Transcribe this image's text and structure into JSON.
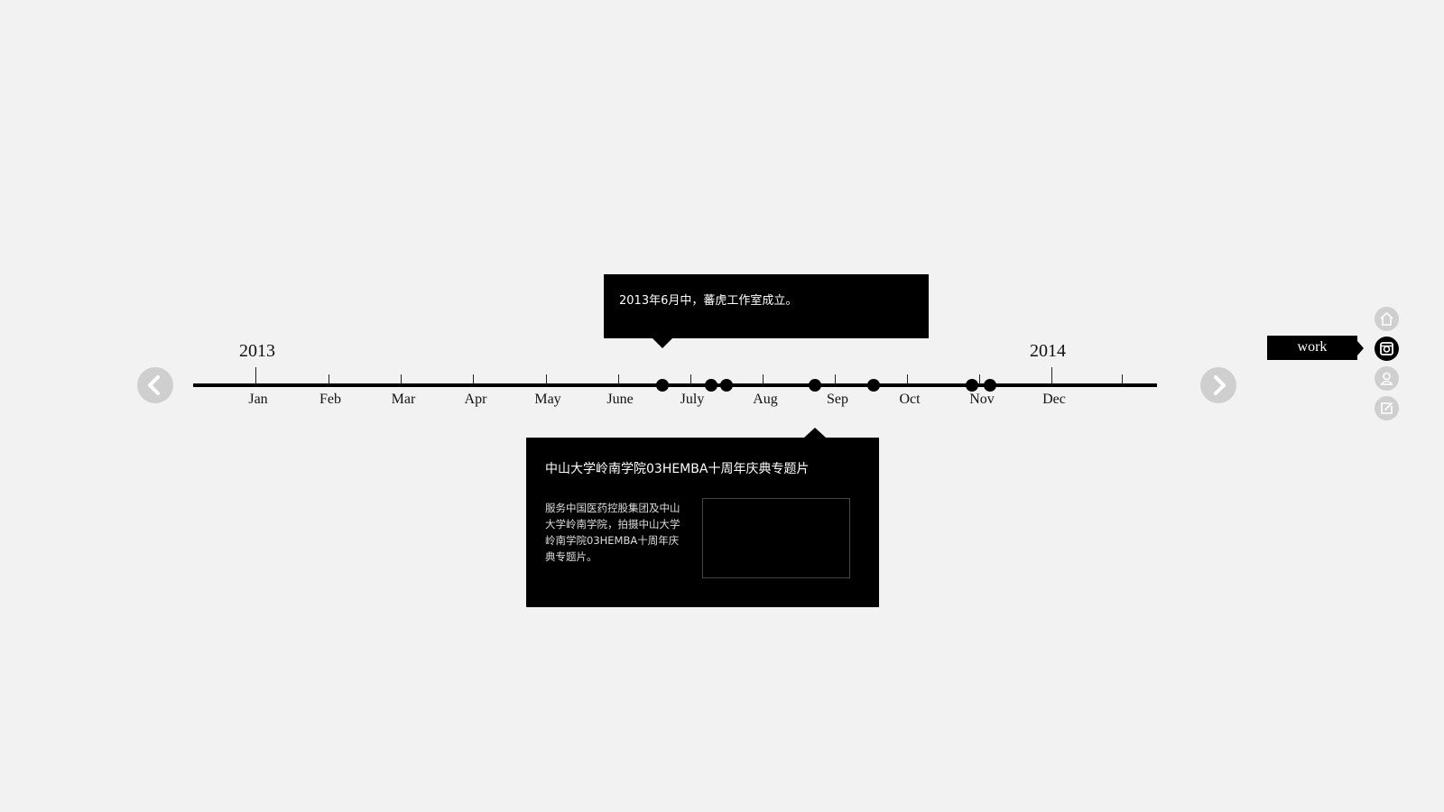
{
  "timeline": {
    "start_year": "2013",
    "end_year": "2014",
    "months": [
      "Jan",
      "Feb",
      "Mar",
      "Apr",
      "May",
      "June",
      "July",
      "Aug",
      "Sep",
      "Oct",
      "Nov",
      "Dec"
    ]
  },
  "tooltip": {
    "text": "2013年6月中，蕃虎工作室成立。"
  },
  "detail": {
    "title": "中山大学岭南学院03HEMBA十周年庆典专题片",
    "description": "服务中国医药控股集团及中山大学岭南学院，拍摄中山大学岭南学院03HEMBA十周年庆典专题片。"
  },
  "navigation": {
    "prev_icon": "chevron-left-icon",
    "next_icon": "chevron-right-icon"
  },
  "side_nav": {
    "active_label": "work",
    "items": [
      {
        "icon": "home-icon"
      },
      {
        "icon": "camera-icon"
      },
      {
        "icon": "user-icon"
      },
      {
        "icon": "edit-icon"
      }
    ]
  },
  "colors": {
    "background": "#f2f2f2",
    "accent": "#000000",
    "inactive_icon": "#cfcfcf"
  }
}
